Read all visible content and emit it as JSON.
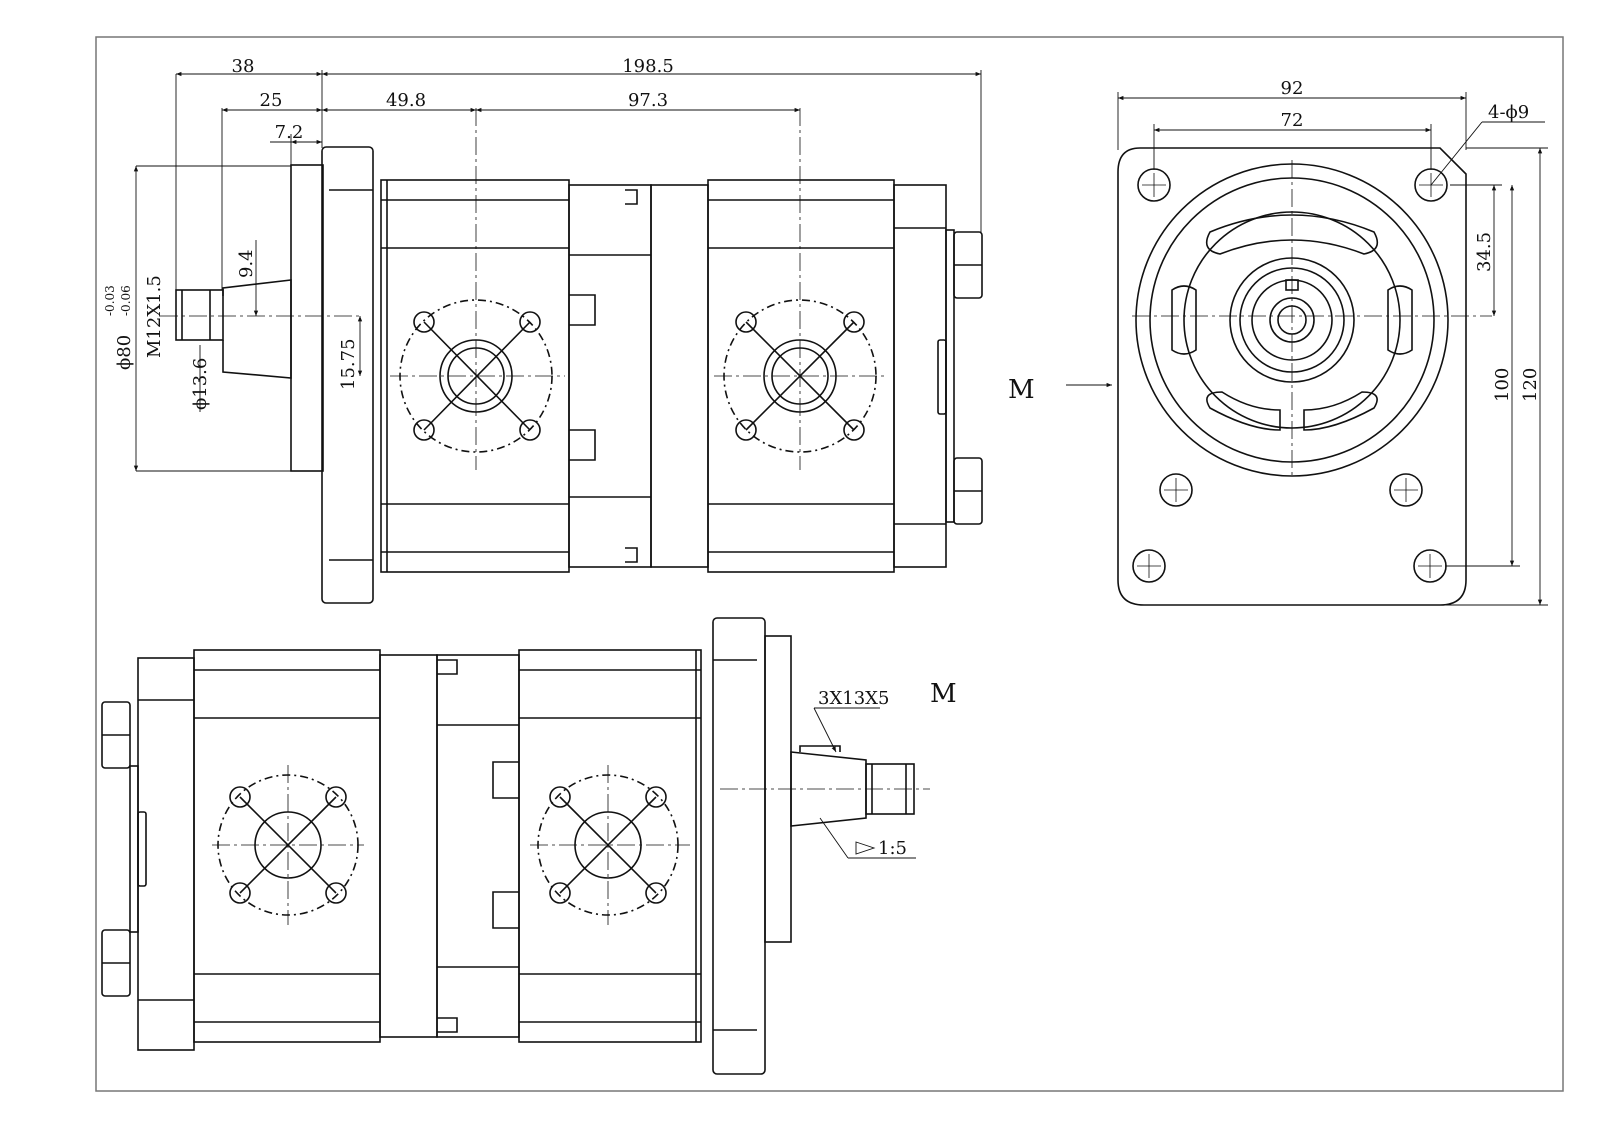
{
  "colors": {
    "line": "#111111",
    "background": "#ffffff",
    "frame": "#555555"
  },
  "side_view": {
    "overall_shaft_length": "38",
    "overall_body_length": "198.5",
    "shaft_to_flange": "25",
    "flange_offset": "49.8",
    "gear_center_distance": "97.3",
    "spigot_length": "7.2",
    "taper_length": "9.4",
    "pilot_diameter": "ϕ80",
    "pilot_tol_upper": "-0.03",
    "pilot_tol_lower": "-0.06",
    "thread": "M12X1.5",
    "shaft_diameter": "ϕ13.6",
    "shaft_center_height": "15.75"
  },
  "front_view": {
    "flange_width": "92",
    "hole_spacing": "72",
    "holes": "4-ϕ9",
    "center_offset": "34.5",
    "inner_height": "100",
    "outer_height": "120",
    "view_label": "M"
  },
  "top_view": {
    "key_spec": "3X13X5",
    "taper_ratio": "1:5",
    "view_label": "M"
  }
}
